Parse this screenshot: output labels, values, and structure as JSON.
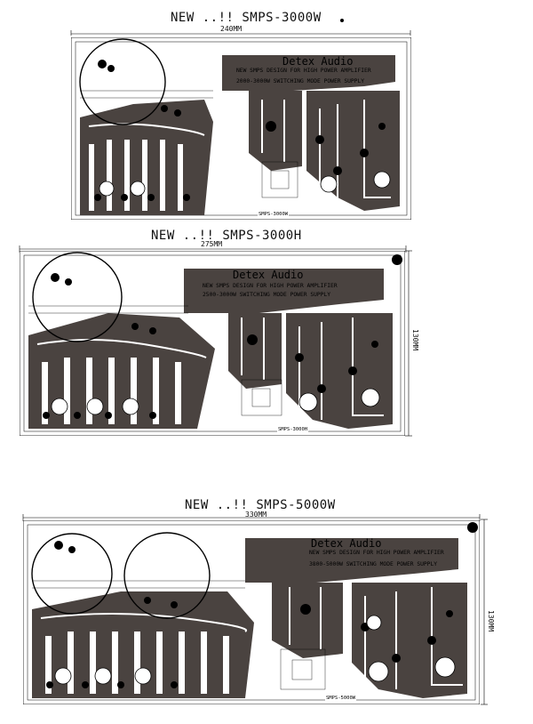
{
  "boards": [
    {
      "title": "NEW ..!! SMPS-3000W",
      "width_label": "240MM",
      "height_label": "",
      "brand": "Detex Audio",
      "subtitle": "NEW SMPS DESIGN FOR HIGH POWER AMPLIFIER",
      "spec": "2000-3000W SWITCHING MODE POWER SUPPLY",
      "silk_label": "SMPS-3000W"
    },
    {
      "title": "NEW ..!! SMPS-3000H",
      "width_label": "275MM",
      "height_label": "130MM",
      "brand": "Detex Audio",
      "subtitle": "NEW SMPS DESIGN FOR HIGH POWER AMPLIFIER",
      "spec": "2500-3000W SWITCHING MODE POWER SUPPLY",
      "silk_label": "SMPS-3000H"
    },
    {
      "title": "NEW ..!! SMPS-5000W",
      "width_label": "330MM",
      "height_label": "130MM",
      "brand": "Detex Audio",
      "subtitle": "NEW SMPS DESIGN FOR HIGH POWER AMPLIFIER",
      "spec": "3800-5000W SWITCHING MODE POWER SUPPLY",
      "silk_label": "SMPS-5000W"
    }
  ],
  "colors": {
    "copper": "#4a4340",
    "background": "#ffffff",
    "lines": "#000000"
  }
}
